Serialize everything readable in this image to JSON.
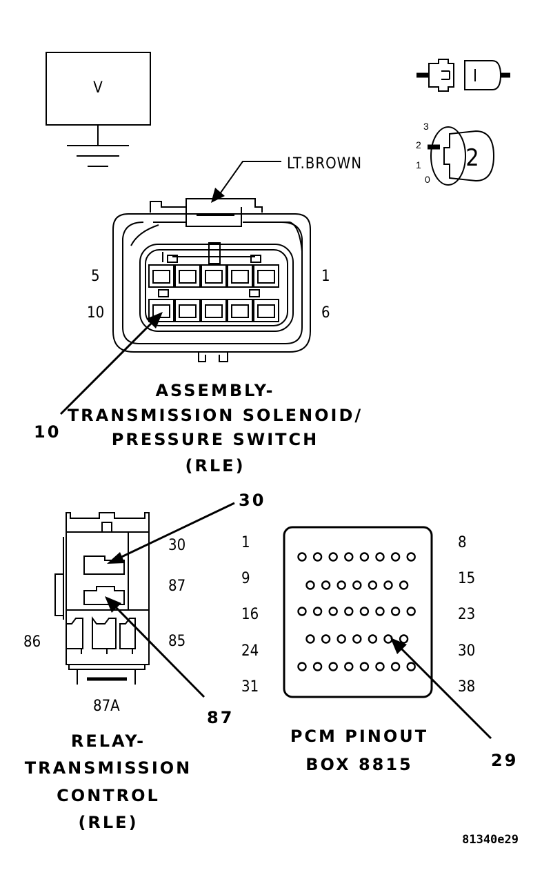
{
  "voltmeter": {
    "label": "V"
  },
  "key_position": {
    "positions": [
      "3",
      "2",
      "1",
      "0"
    ],
    "current": "2"
  },
  "wire_color": "LT.BROWN",
  "solenoid_connector": {
    "pin_labels": {
      "top_left": "5",
      "top_right": "1",
      "bottom_left": "10",
      "bottom_right": "6"
    },
    "callout": "10",
    "title": [
      "ASSEMBLY-",
      "TRANSMISSION SOLENOID/",
      "PRESSURE SWITCH",
      "(RLE)"
    ]
  },
  "relay": {
    "terminals": {
      "t30": "30",
      "t87": "87",
      "t86": "86",
      "t85": "85",
      "t87a": "87A"
    },
    "callouts": {
      "c30": "30",
      "c87": "87"
    },
    "title": [
      "RELAY-",
      "TRANSMISSION",
      "CONTROL",
      "(RLE)"
    ]
  },
  "pcm_box": {
    "left_labels": [
      "1",
      "9",
      "16",
      "24",
      "31"
    ],
    "right_labels": [
      "8",
      "15",
      "23",
      "30",
      "38"
    ],
    "row_pin_counts": [
      8,
      7,
      8,
      7,
      8
    ],
    "callout": "29",
    "title": [
      "PCM PINOUT",
      "BOX 8815"
    ]
  },
  "figure_id": "81340e29"
}
